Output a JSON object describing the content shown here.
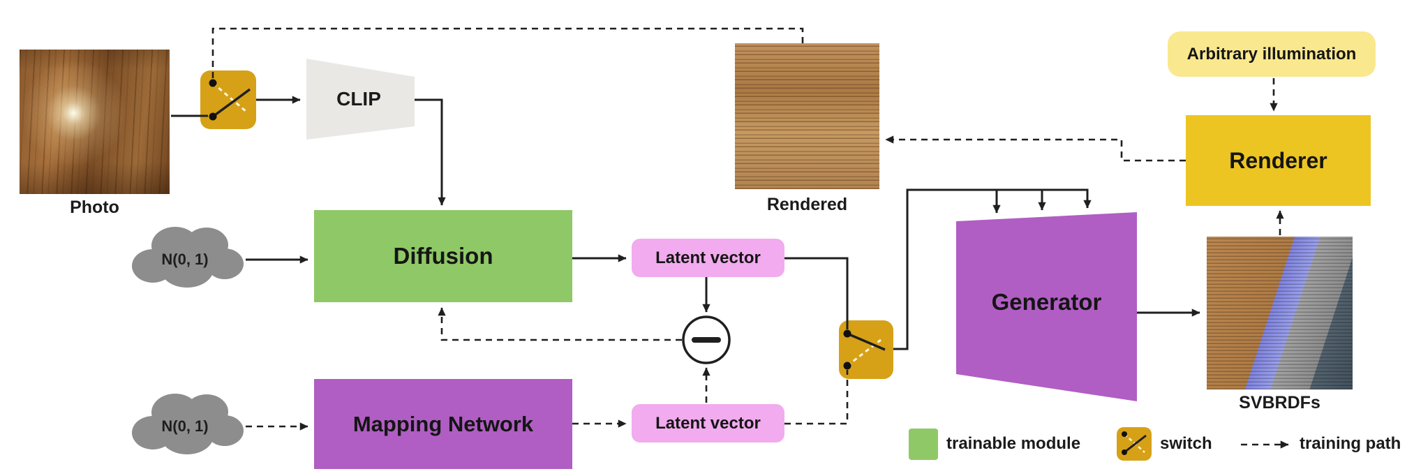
{
  "figure": {
    "description": "Material generation pipeline diagram with CLIP-conditioned diffusion, mapping network, generator, and renderer"
  },
  "nodes": {
    "photo": "Photo",
    "rendered": "Rendered",
    "svbrdfs": "SVBRDFs",
    "clip": "CLIP",
    "diffusion": "Diffusion",
    "mapping_network": "Mapping Network",
    "generator": "Generator",
    "renderer": "Renderer",
    "arbitrary_illumination": "Arbitrary illumination",
    "latent_vector": "Latent vector",
    "noise": "N(0, 1)",
    "subtract_symbol": "−"
  },
  "legend": {
    "trainable_module": "trainable module",
    "switch": "switch",
    "training_path": "training path"
  },
  "colors": {
    "trainable_green": "#8fc866",
    "module_purple": "#b05ec3",
    "latent_pink": "#f1abee",
    "switch_gold": "#d6a117",
    "renderer_yellow": "#ecc522",
    "illumination_yellow": "#fae88e",
    "clip_gray": "#e9e8e5",
    "noise_cloud_gray": "#8d8d8d",
    "line_color": "#1f1f1f"
  }
}
